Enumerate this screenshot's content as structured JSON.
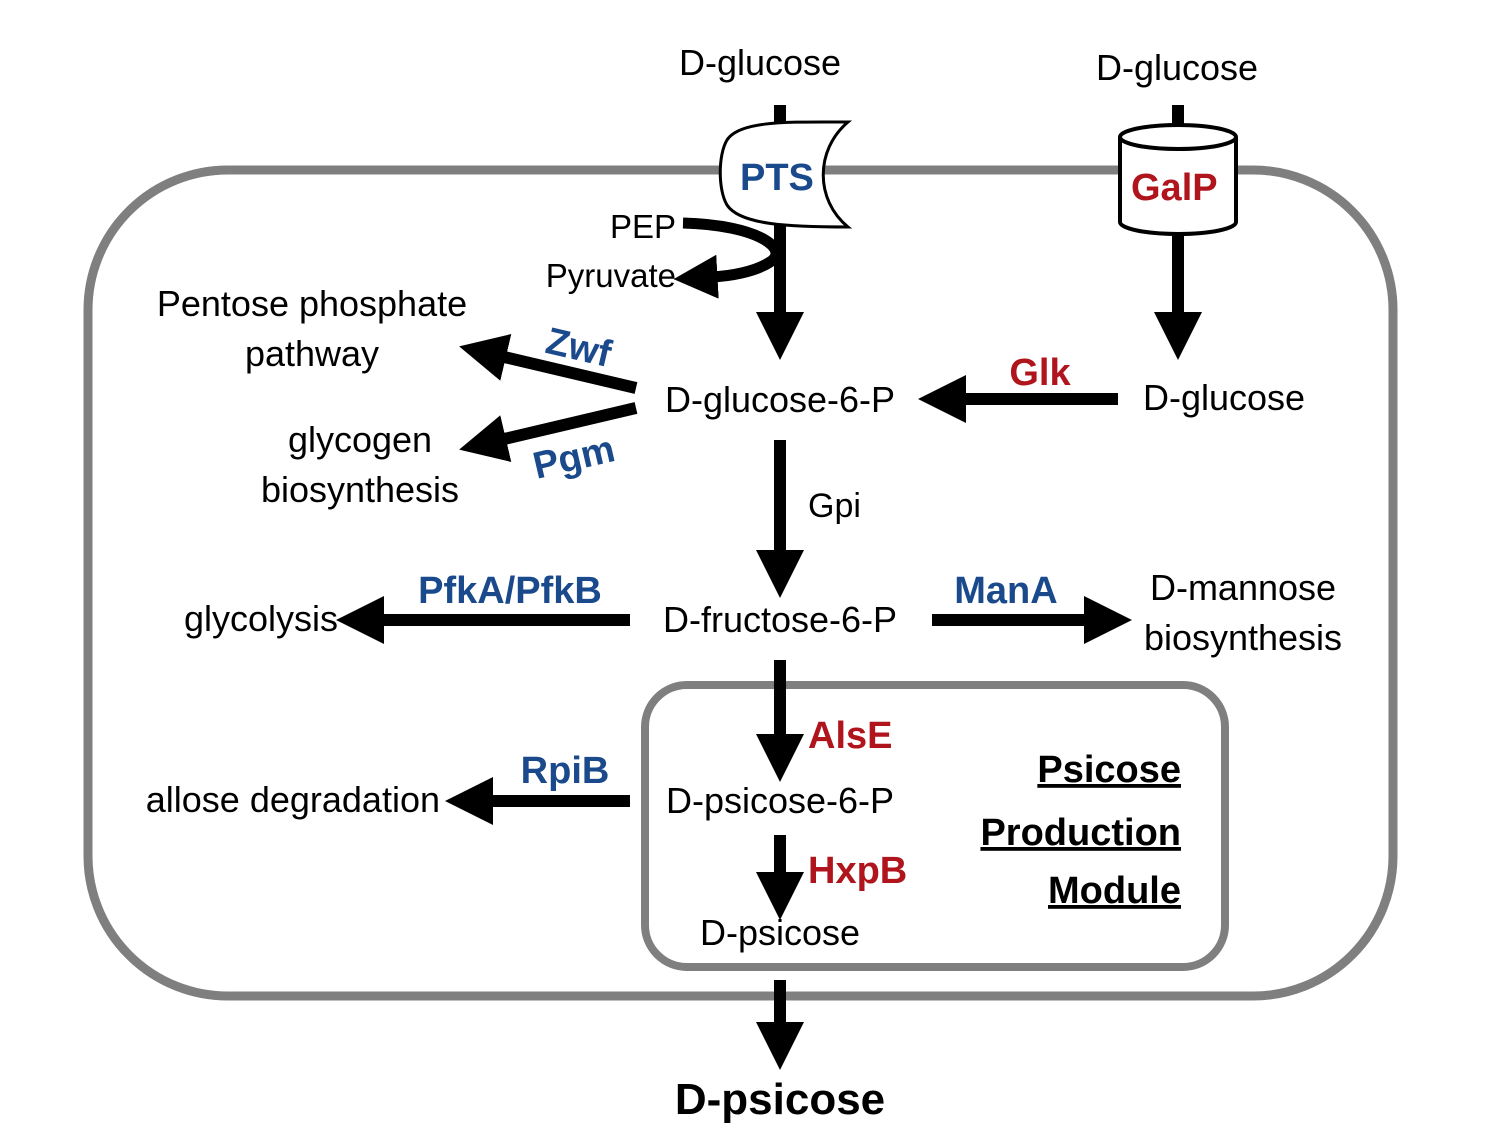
{
  "colors": {
    "enzyme_native": "#1a4a8c",
    "enzyme_engineered": "#b0141c",
    "membrane": "#7f7f7f",
    "arrow": "#000000"
  },
  "extracellular": {
    "glucose_left": "D-glucose",
    "glucose_right": "D-glucose",
    "product": "D-psicose"
  },
  "transporters": {
    "pts": "PTS",
    "galp": "GalP"
  },
  "cofactors": {
    "pep": "PEP",
    "pyruvate": "Pyruvate"
  },
  "metabolites": {
    "glucose_6p": "D-glucose-6-P",
    "glucose_intracellular": "D-glucose",
    "fructose_6p": "D-fructose-6-P",
    "psicose_6p": "D-psicose-6-P",
    "psicose": "D-psicose"
  },
  "pathways": {
    "pentose_line1": "Pentose phosphate",
    "pentose_line2": "pathway",
    "glycogen_line1": "glycogen",
    "glycogen_line2": "biosynthesis",
    "glycolysis": "glycolysis",
    "mannose_line1": "D-mannose",
    "mannose_line2": "biosynthesis",
    "allose": "allose degradation"
  },
  "enzymes": {
    "zwf": "Zwf",
    "pgm": "Pgm",
    "glk": "Glk",
    "gpi": "Gpi",
    "pfk": "PfkA/PfkB",
    "mana": "ManA",
    "alse": "AlsE",
    "hxpb": "HxpB",
    "rpib": "RpiB"
  },
  "module": {
    "line1": "Psicose",
    "line2": "Production",
    "line3": "Module"
  }
}
